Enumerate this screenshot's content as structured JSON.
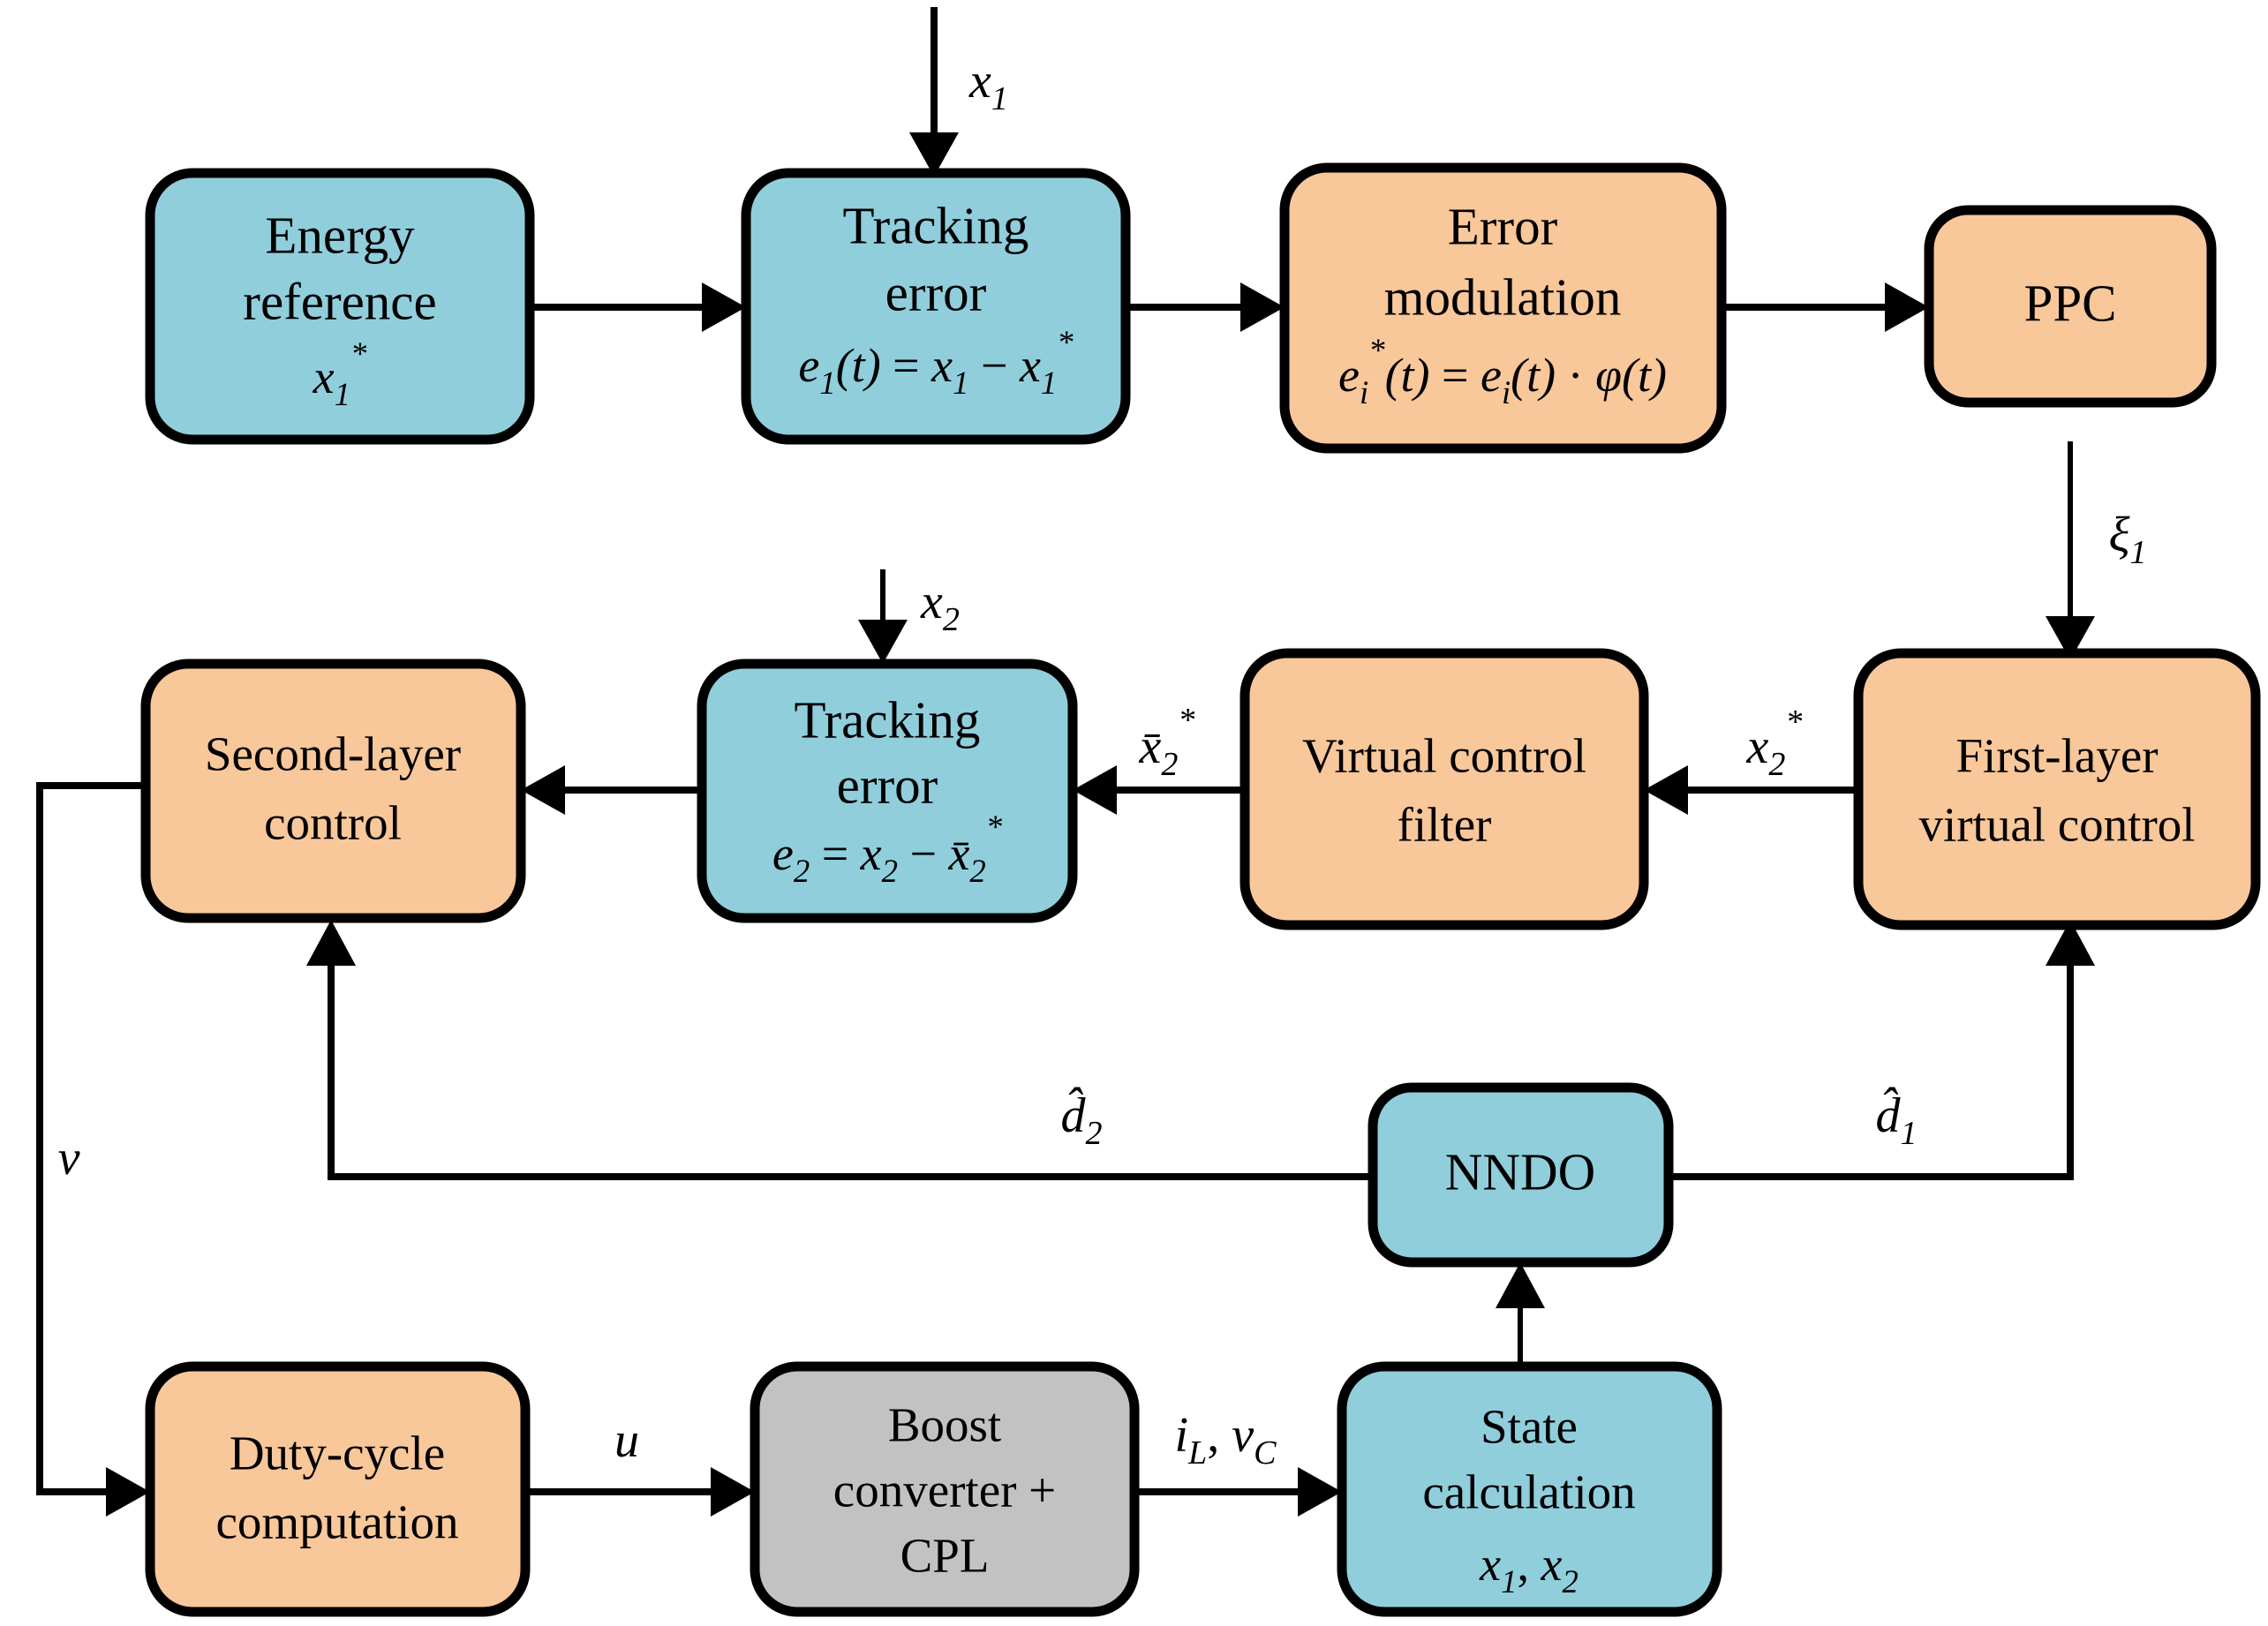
{
  "diagram": {
    "title": "Hierarchical backstepping control block diagram for a boost converter with CPL",
    "colors": {
      "block_blue": "#90CEDC",
      "block_orange": "#F8C79A",
      "block_gray": "#C2C2C2",
      "outline": "#000000",
      "background": "#FFFFFF",
      "connector": "#000000"
    },
    "blocks": [
      {
        "id": "energy-reference",
        "name": "energy-reference-block",
        "color": "blue",
        "lines": [
          "Energy",
          "reference"
        ],
        "formula": "x₁*",
        "formula_parts": {
          "base": "x",
          "sub": "1",
          "sup": "*"
        }
      },
      {
        "id": "tracking-error-1",
        "name": "tracking-error-1-block",
        "color": "blue",
        "lines": [
          "Tracking",
          "error"
        ],
        "formula": "e₁(t) = x₁ − x₁*"
      },
      {
        "id": "error-modulation",
        "name": "error-modulation-block",
        "color": "orange",
        "lines": [
          "Error",
          "modulation"
        ],
        "formula": "eᵢ*(t) = eᵢ(t) · φ(t)"
      },
      {
        "id": "ppc",
        "name": "ppc-block",
        "color": "orange",
        "lines": [
          "PPC"
        ],
        "formula": ""
      },
      {
        "id": "second-layer-control",
        "name": "second-layer-control-block",
        "color": "orange",
        "lines": [
          "Second-layer",
          "control"
        ],
        "formula": ""
      },
      {
        "id": "tracking-error-2",
        "name": "tracking-error-2-block",
        "color": "blue",
        "lines": [
          "Tracking",
          "error"
        ],
        "formula": "e₂ = x₂ − x̄₂*"
      },
      {
        "id": "virtual-control-filter",
        "name": "virtual-control-filter-block",
        "color": "orange",
        "lines": [
          "Virtual control",
          "filter"
        ],
        "formula": ""
      },
      {
        "id": "first-layer-virtual-control",
        "name": "first-layer-virtual-control-block",
        "color": "orange",
        "lines": [
          "First-layer",
          "virtual control"
        ],
        "formula": ""
      },
      {
        "id": "nndo",
        "name": "nndo-block",
        "color": "blue",
        "lines": [
          "NNDO"
        ],
        "formula": ""
      },
      {
        "id": "duty-cycle-computation",
        "name": "duty-cycle-computation-block",
        "color": "orange",
        "lines": [
          "Duty-cycle",
          "computation"
        ],
        "formula": ""
      },
      {
        "id": "boost-converter-cpl",
        "name": "boost-converter-cpl-block",
        "color": "gray",
        "lines": [
          "Boost",
          "converter +",
          "CPL"
        ],
        "formula": ""
      },
      {
        "id": "state-calculation",
        "name": "state-calculation-block",
        "color": "blue",
        "lines": [
          "State",
          "calculation"
        ],
        "formula": "x₁, x₂"
      }
    ],
    "block_text": {
      "energy_reference_l1": "Energy",
      "energy_reference_l2": "reference",
      "tracking_error_1_l1": "Tracking",
      "tracking_error_1_l2": "error",
      "error_modulation_l1": "Error",
      "error_modulation_l2": "modulation",
      "ppc_l1": "PPC",
      "second_layer_control_l1": "Second-layer",
      "second_layer_control_l2": "control",
      "tracking_error_2_l1": "Tracking",
      "tracking_error_2_l2": "error",
      "virtual_control_filter_l1": "Virtual control",
      "virtual_control_filter_l2": "filter",
      "first_layer_virtual_control_l1": "First-layer",
      "first_layer_virtual_control_l2": "virtual control",
      "nndo_l1": "NNDO",
      "duty_cycle_computation_l1": "Duty-cycle",
      "duty_cycle_computation_l2": "computation",
      "boost_converter_l1": "Boost",
      "boost_converter_l2": "converter +",
      "boost_converter_l3": "CPL",
      "state_calculation_l1": "State",
      "state_calculation_l2": "calculation"
    },
    "signal_labels": [
      {
        "id": "x1-input",
        "name": "signal-label-x1",
        "text": "x₁"
      },
      {
        "id": "x2-input",
        "name": "signal-label-x2",
        "text": "x₂"
      },
      {
        "id": "xi1",
        "name": "signal-label-xi1",
        "text": "ξ₁"
      },
      {
        "id": "x2-star",
        "name": "signal-label-x2-star",
        "text": "x₂*"
      },
      {
        "id": "x2-bar-star",
        "name": "signal-label-x2-bar-star",
        "text": "x̄₂*"
      },
      {
        "id": "d1-hat",
        "name": "signal-label-d1-hat",
        "text": "d̂₁"
      },
      {
        "id": "d2-hat",
        "name": "signal-label-d2-hat",
        "text": "d̂₂"
      },
      {
        "id": "v",
        "name": "signal-label-v",
        "text": "v"
      },
      {
        "id": "u",
        "name": "signal-label-u",
        "text": "u"
      },
      {
        "id": "iL-vC",
        "name": "signal-label-iL-vC",
        "text": "iₗ, v_C"
      }
    ],
    "connections": [
      {
        "from": "energy-reference",
        "to": "tracking-error-1",
        "label": ""
      },
      {
        "from": "external",
        "to": "tracking-error-1",
        "label": "x₁"
      },
      {
        "from": "tracking-error-1",
        "to": "error-modulation",
        "label": ""
      },
      {
        "from": "error-modulation",
        "to": "ppc",
        "label": ""
      },
      {
        "from": "ppc",
        "to": "first-layer-virtual-control",
        "label": "ξ₁"
      },
      {
        "from": "first-layer-virtual-control",
        "to": "virtual-control-filter",
        "label": "x₂*"
      },
      {
        "from": "virtual-control-filter",
        "to": "tracking-error-2",
        "label": "x̄₂*"
      },
      {
        "from": "external",
        "to": "tracking-error-2",
        "label": "x₂"
      },
      {
        "from": "tracking-error-2",
        "to": "second-layer-control",
        "label": ""
      },
      {
        "from": "second-layer-control",
        "to": "duty-cycle-computation",
        "label": "v"
      },
      {
        "from": "duty-cycle-computation",
        "to": "boost-converter-cpl",
        "label": "u"
      },
      {
        "from": "boost-converter-cpl",
        "to": "state-calculation",
        "label": "iₗ, v_C"
      },
      {
        "from": "state-calculation",
        "to": "nndo",
        "label": ""
      },
      {
        "from": "nndo",
        "to": "second-layer-control",
        "label": "d̂₂"
      },
      {
        "from": "nndo",
        "to": "first-layer-virtual-control",
        "label": "d̂₁"
      }
    ]
  }
}
